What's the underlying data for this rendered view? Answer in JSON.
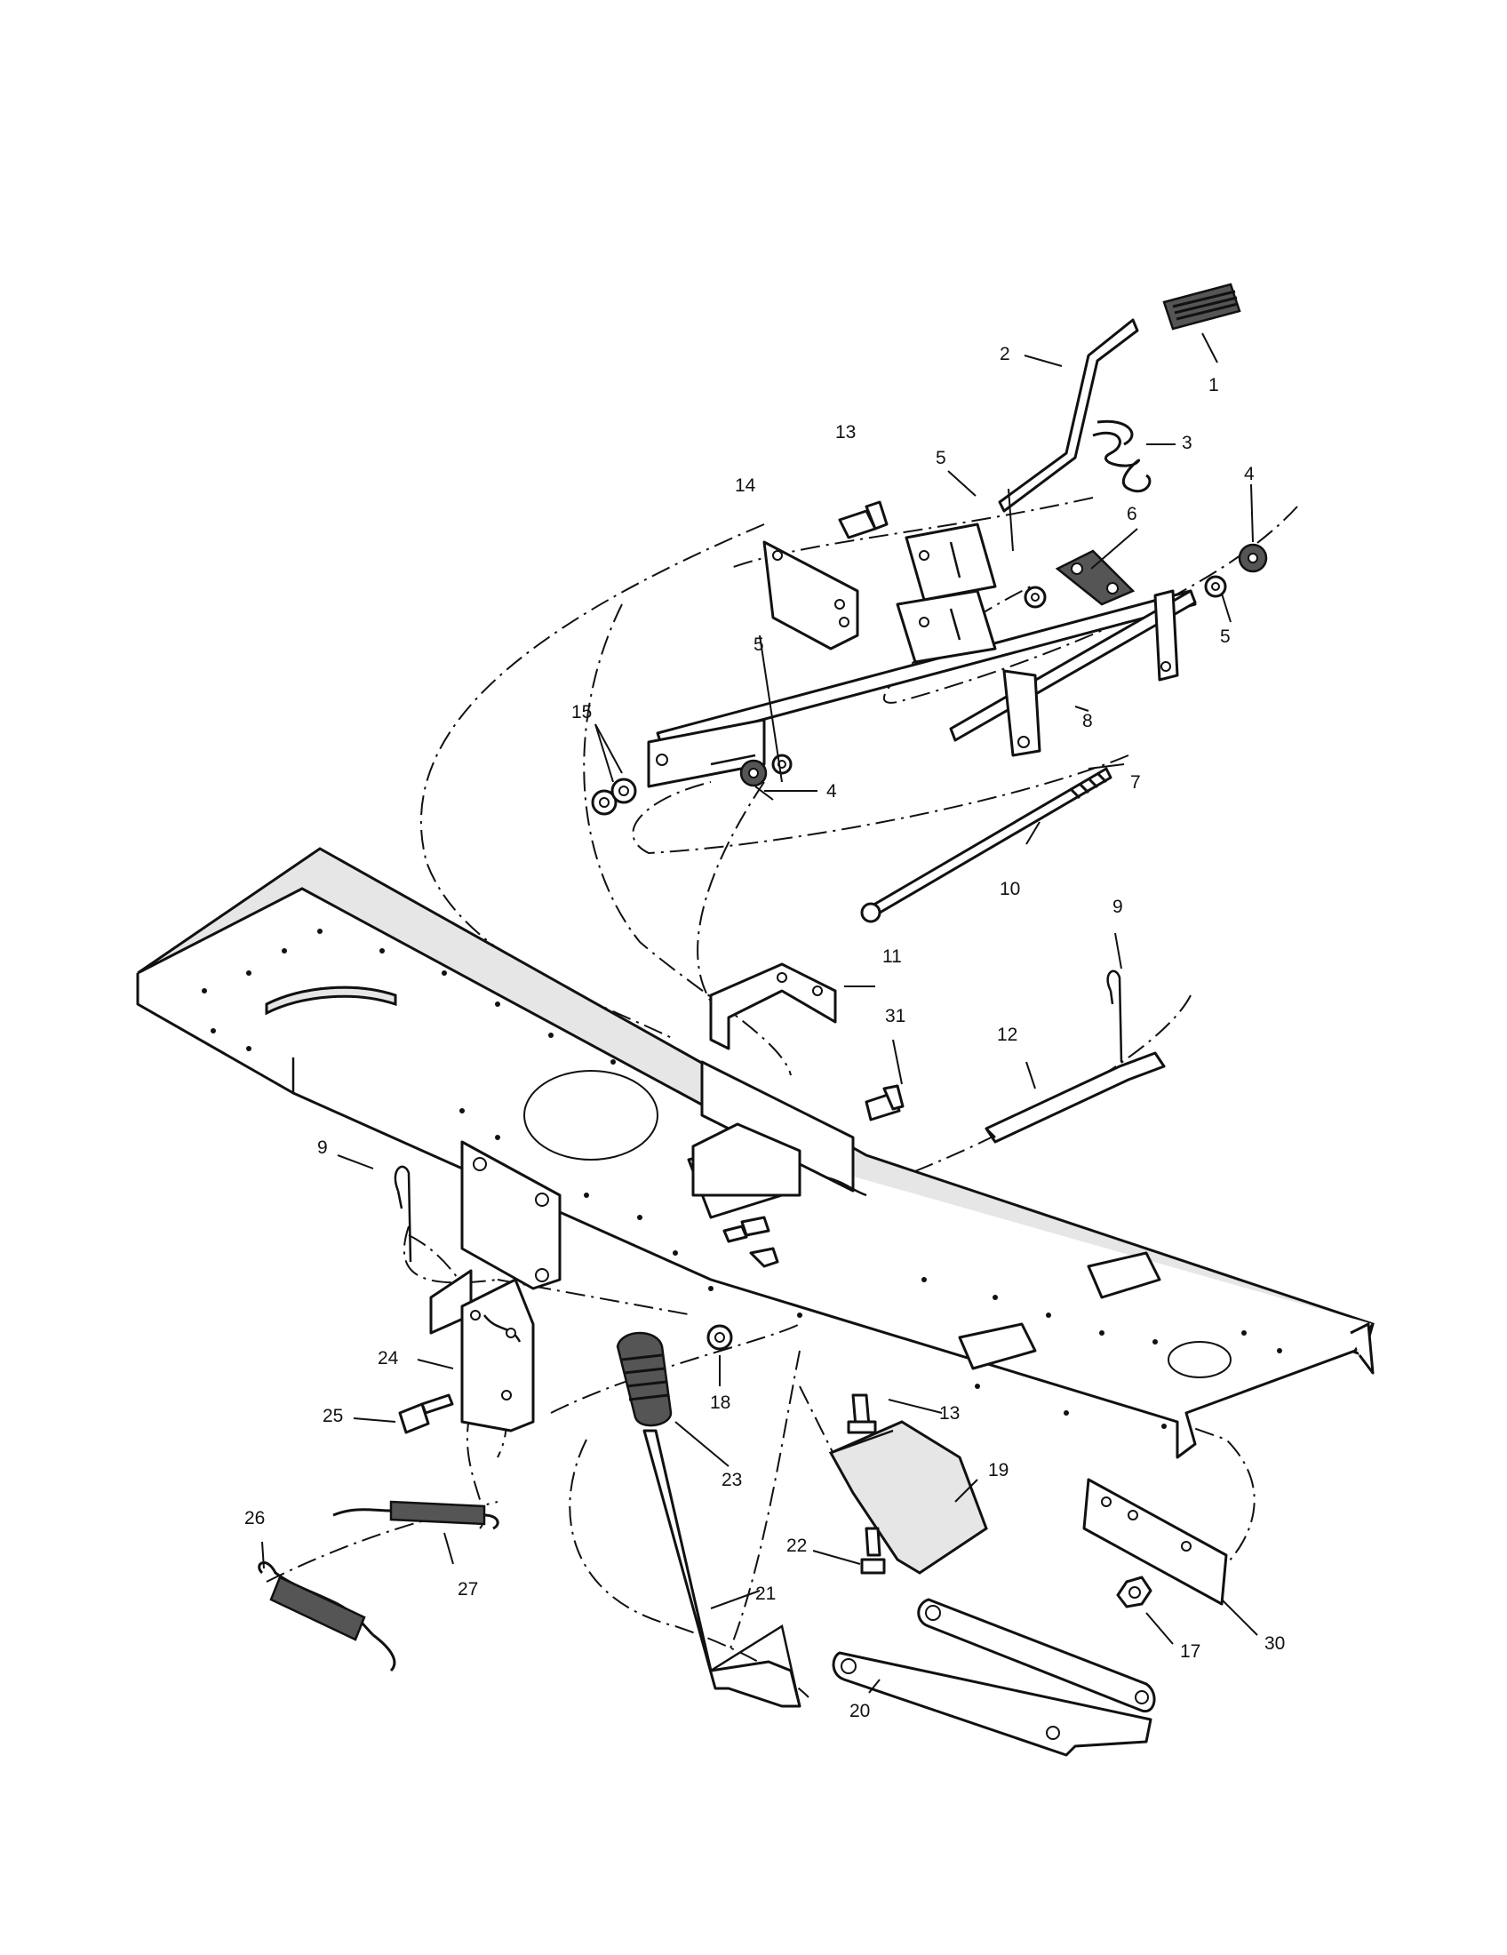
{
  "callouts": [
    {
      "id": "c1",
      "text": "1"
    },
    {
      "id": "c2",
      "text": "2"
    },
    {
      "id": "c3",
      "text": "3"
    },
    {
      "id": "c4a",
      "text": "4"
    },
    {
      "id": "c4b",
      "text": "4"
    },
    {
      "id": "c5a",
      "text": "5"
    },
    {
      "id": "c5b",
      "text": "5"
    },
    {
      "id": "c5c",
      "text": "5"
    },
    {
      "id": "c6",
      "text": "6"
    },
    {
      "id": "c7",
      "text": "7"
    },
    {
      "id": "c8",
      "text": "8"
    },
    {
      "id": "c9a",
      "text": "9"
    },
    {
      "id": "c9b",
      "text": "9"
    },
    {
      "id": "c10",
      "text": "10"
    },
    {
      "id": "c11",
      "text": "11"
    },
    {
      "id": "c12",
      "text": "12"
    },
    {
      "id": "c13a",
      "text": "13"
    },
    {
      "id": "c13b",
      "text": "13"
    },
    {
      "id": "c14",
      "text": "14"
    },
    {
      "id": "c15",
      "text": "15"
    },
    {
      "id": "c17",
      "text": "17"
    },
    {
      "id": "c18",
      "text": "18"
    },
    {
      "id": "c19",
      "text": "19"
    },
    {
      "id": "c20",
      "text": "20"
    },
    {
      "id": "c21",
      "text": "21"
    },
    {
      "id": "c22",
      "text": "22"
    },
    {
      "id": "c23",
      "text": "23"
    },
    {
      "id": "c24",
      "text": "24"
    },
    {
      "id": "c25",
      "text": "25"
    },
    {
      "id": "c26",
      "text": "26"
    },
    {
      "id": "c27",
      "text": "27"
    },
    {
      "id": "c30",
      "text": "30"
    },
    {
      "id": "c31",
      "text": "31"
    }
  ]
}
